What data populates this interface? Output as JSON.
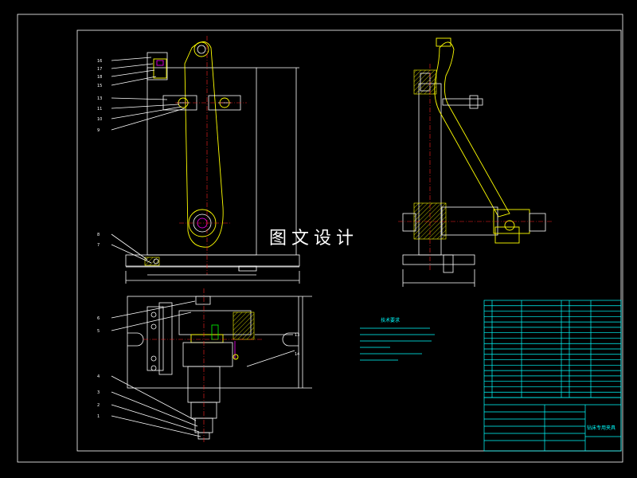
{
  "watermark": "图文设计",
  "balloon_numbers_left": [
    "16",
    "17",
    "18",
    "15",
    "13",
    "11",
    "10",
    "9"
  ],
  "balloon_numbers_bottom": [
    "8",
    "7"
  ],
  "balloon_numbers_plan": [
    "6",
    "5",
    "4",
    "3",
    "2",
    "1"
  ],
  "balloon_numbers_right": [
    "13",
    "14"
  ],
  "tech_title": "技术要求",
  "title_block": {
    "drawing_name": "钻床专用夹具"
  },
  "colors": {
    "background": "#000000",
    "outline": "#ffffff",
    "part": "#ffff00",
    "centerline": "#ff2020",
    "table": "#00ffff",
    "accent": "#ff00ff"
  }
}
